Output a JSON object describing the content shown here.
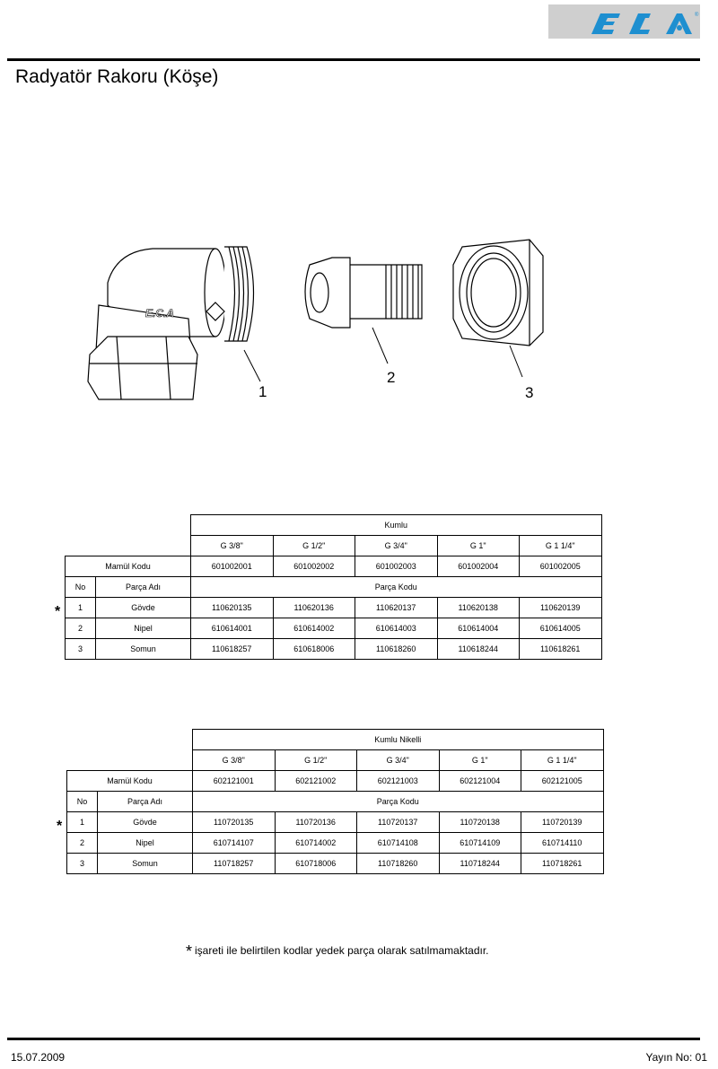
{
  "header": {
    "logo_text": "E.C.A",
    "title": "Radyatör Rakoru (Köşe)"
  },
  "drawing": {
    "callouts": [
      "1",
      "2",
      "3"
    ],
    "embossed_text": "E.C.A"
  },
  "tables": [
    {
      "finish": "Kumlu",
      "sizes": [
        "G 3/8\"",
        "G 1/2\"",
        "G 3/4\"",
        "G 1\"",
        "G 1 1/4\""
      ],
      "product_code_label": "Mamül Kodu",
      "product_codes": [
        "601002001",
        "601002002",
        "601002003",
        "601002004",
        "601002005"
      ],
      "no_label": "No",
      "part_name_label": "Parça Adı",
      "part_code_label": "Parça Kodu",
      "rows": [
        {
          "no": "1",
          "name": "Gövde",
          "marked": "*",
          "codes": [
            "110620135",
            "110620136",
            "110620137",
            "110620138",
            "110620139"
          ]
        },
        {
          "no": "2",
          "name": "Nipel",
          "codes": [
            "610614001",
            "610614002",
            "610614003",
            "610614004",
            "610614005"
          ]
        },
        {
          "no": "3",
          "name": "Somun",
          "codes": [
            "110618257",
            "610618006",
            "110618260",
            "110618244",
            "110618261"
          ]
        }
      ]
    },
    {
      "finish": "Kumlu Nikelli",
      "sizes": [
        "G 3/8\"",
        "G 1/2\"",
        "G 3/4\"",
        "G 1\"",
        "G 1 1/4\""
      ],
      "product_code_label": "Mamül Kodu",
      "product_codes": [
        "602121001",
        "602121002",
        "602121003",
        "602121004",
        "602121005"
      ],
      "no_label": "No",
      "part_name_label": "Parça Adı",
      "part_code_label": "Parça Kodu",
      "rows": [
        {
          "no": "1",
          "name": "Gövde",
          "marked": "*",
          "codes": [
            "110720135",
            "110720136",
            "110720137",
            "110720138",
            "110720139"
          ]
        },
        {
          "no": "2",
          "name": "Nipel",
          "codes": [
            "610714107",
            "610714002",
            "610714108",
            "610714109",
            "610714110"
          ]
        },
        {
          "no": "3",
          "name": "Somun",
          "codes": [
            "110718257",
            "610718006",
            "110718260",
            "110718244",
            "110718261"
          ]
        }
      ]
    }
  ],
  "note": {
    "star": "*",
    "text": "işareti ile belirtilen kodlar yedek parça olarak satılmamaktadır."
  },
  "footer": {
    "date": "15.07.2009",
    "edition": "Yayın No: 01"
  },
  "colors": {
    "brand_blue": "#1e8fd0",
    "logo_bg": "#cfcfcf"
  }
}
